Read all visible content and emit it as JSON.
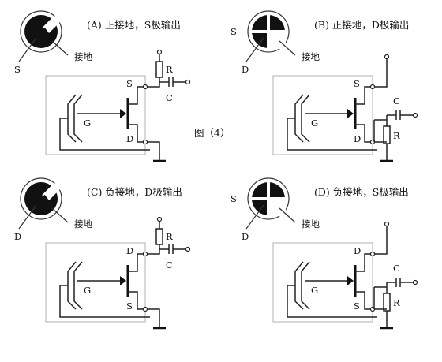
{
  "figure_label": "图（4）",
  "panels": [
    {
      "caption": "(A) 正接地，S极输出",
      "top_pin": "S",
      "bottom_pin": "D",
      "gate": "G",
      "ground_label": "接地",
      "pin_label": "S",
      "r_label": "R",
      "c_label": "C",
      "pin_side": "left",
      "output_side": "top",
      "symbol": "round"
    },
    {
      "caption": "(B) 正接地，D极输出",
      "top_pin": "S",
      "bottom_pin": "D",
      "gate": "G",
      "ground_label": "接地",
      "pin_label": "D",
      "symbol_side_label": "S",
      "r_label": "R",
      "c_label": "C",
      "pin_side": "left",
      "output_side": "bottom",
      "symbol": "cross"
    },
    {
      "caption": "(C) 负接地，D极输出",
      "top_pin": "D",
      "bottom_pin": "S",
      "gate": "G",
      "ground_label": "接地",
      "pin_label": "D",
      "r_label": "R",
      "c_label": "C",
      "pin_side": "left",
      "output_side": "top",
      "symbol": "round"
    },
    {
      "caption": "(D) 负接地，S极输出",
      "top_pin": "D",
      "bottom_pin": "S",
      "gate": "G",
      "ground_label": "接地",
      "pin_label": "D",
      "symbol_side_label": "S",
      "r_label": "R",
      "c_label": "C",
      "pin_side": "left",
      "output_side": "bottom",
      "symbol": "cross"
    }
  ]
}
